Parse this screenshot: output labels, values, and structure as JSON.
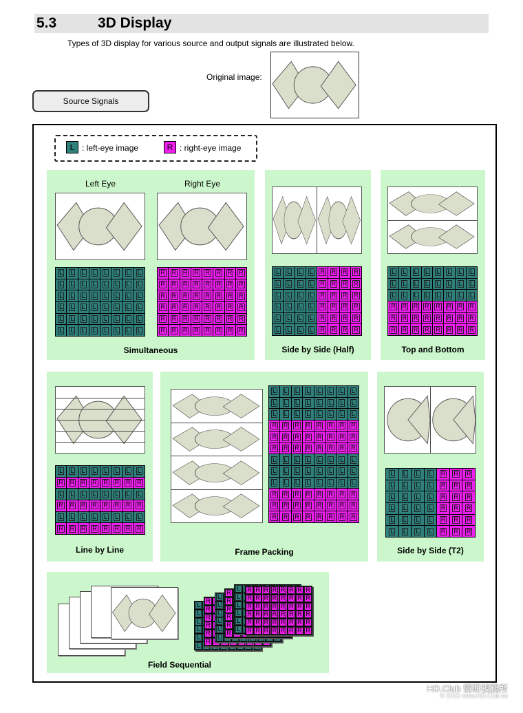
{
  "header": {
    "section_number": "5.3",
    "section_title": "3D Display"
  },
  "intro": "Types of 3D display for various source and output signals are illustrated below.",
  "original_label": "Original image:",
  "source_signals_label": "Source Signals",
  "legend": {
    "L_letter": "L",
    "L_text": ": left-eye image",
    "R_letter": "R",
    "R_text": ": right-eye image"
  },
  "colors": {
    "left_eye": "#2f7f7a",
    "right_eye": "#f01ef0",
    "panel_bg": "#ccf7cc",
    "shape_fill": "#d9dfca"
  },
  "panels": {
    "simultaneous": {
      "title": "Simultaneous",
      "left_eye_label": "Left Eye",
      "right_eye_label": "Right Eye"
    },
    "side_by_side_half": {
      "title": "Side by Side (Half)"
    },
    "top_and_bottom": {
      "title": "Top and Bottom"
    },
    "line_by_line": {
      "title": "Line by Line"
    },
    "frame_packing": {
      "title": "Frame Packing"
    },
    "side_by_side_t2": {
      "title": "Side by Side (T2)"
    },
    "field_sequential": {
      "title": "Field Sequential"
    }
  },
  "watermark": {
    "line1": "HD.Club 情研視務所",
    "line2": "© 2015  www.HD.Club.tw"
  }
}
